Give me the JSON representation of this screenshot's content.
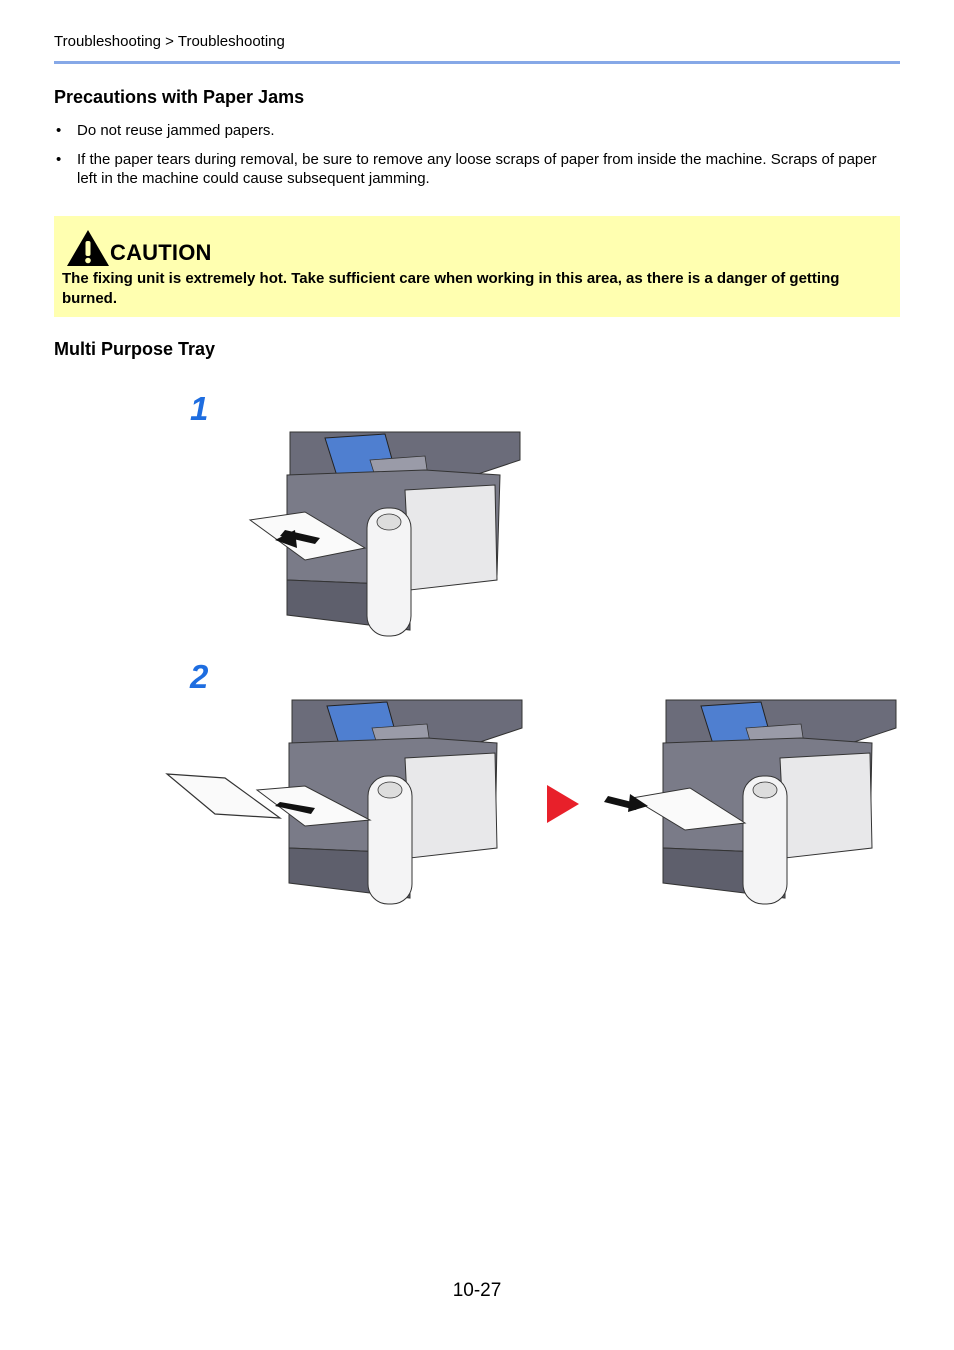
{
  "header": {
    "breadcrumb": "Troubleshooting > Troubleshooting"
  },
  "precautions": {
    "heading": "Precautions with Paper Jams",
    "bullet_char": "•",
    "items": [
      "Do not reuse jammed papers.",
      "If the paper tears during removal, be sure to remove any loose scraps of paper from inside the machine. Scraps of paper left in the machine could cause subsequent jamming."
    ]
  },
  "caution": {
    "title": "CAUTION",
    "text": "The fixing unit is extremely hot. Take sufficient care when working in this area, as there is a danger of getting burned.",
    "colors": {
      "background": "#ffffb0",
      "icon": "#000000"
    }
  },
  "mp_tray": {
    "heading": "Multi Purpose Tray",
    "steps": [
      {
        "number": "1",
        "illustration": "printer-remove-jammed-paper-illustration"
      },
      {
        "number": "2",
        "illustrations": [
          "printer-paper-removed-illustration",
          "printer-reload-paper-illustration"
        ]
      }
    ],
    "next_arrow_color": "#e8202a",
    "step_number_color": "#1e6de0"
  },
  "footer": {
    "page_number": "10-27"
  }
}
